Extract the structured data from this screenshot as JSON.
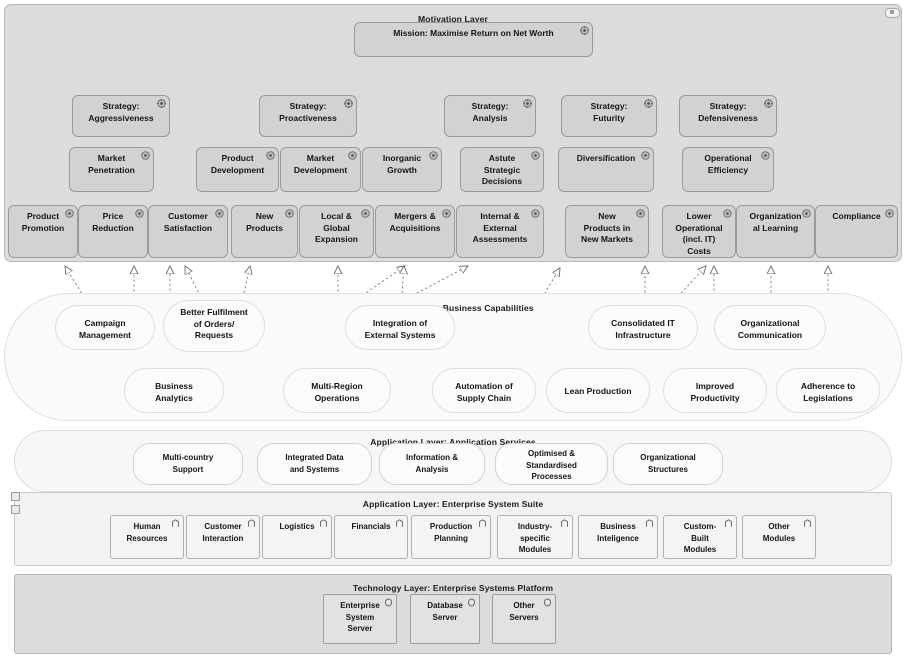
{
  "window": {
    "chip_icon": "collapse-chip-icon"
  },
  "layers": {
    "motivation": {
      "title": "Motivation Layer"
    },
    "business": {
      "title": "Business Layer: Business Capabilities"
    },
    "application_services": {
      "title": "Application Layer: Application Services"
    },
    "application_suite": {
      "title": "Application Layer: Enterprise System Suite"
    },
    "technology": {
      "title": "Technology Layer: Enterprise Systems Platform"
    }
  },
  "icons": {
    "motivation": "goal-icon",
    "capability": "capability-icon",
    "service": "service-icon",
    "component": "application-component-icon",
    "node": "node-icon"
  },
  "mission": {
    "label": "Mission: Maximise Return on Net Worth"
  },
  "strategies": [
    {
      "label": "Strategy:\nAggressiveness"
    },
    {
      "label": "Strategy:\nProactiveness"
    },
    {
      "label": "Strategy:\nAnalysis"
    },
    {
      "label": "Strategy:\nFuturity"
    },
    {
      "label": "Strategy:\nDefensiveness"
    }
  ],
  "objectives": [
    {
      "label": "Market\nPenetration"
    },
    {
      "label": "Product\nDevelopment"
    },
    {
      "label": "Market\nDevelopment"
    },
    {
      "label": "Inorganic\nGrowth"
    },
    {
      "label": "Astute\nStrategic\nDecisions"
    },
    {
      "label": "Diversification"
    },
    {
      "label": "Operational\nEfficiency"
    }
  ],
  "goals": [
    {
      "label": "Product\nPromotion"
    },
    {
      "label": "Price\nReduction"
    },
    {
      "label": "Customer\nSatisfaction"
    },
    {
      "label": "New\nProducts"
    },
    {
      "label": "Local &\nGlobal\nExpansion"
    },
    {
      "label": "Mergers &\nAcquisitions"
    },
    {
      "label": "Internal &\nExternal\nAssessments"
    },
    {
      "label": "New\nProducts in\nNew Markets"
    },
    {
      "label": "Lower\nOperational\n(incl.  IT)\nCosts"
    },
    {
      "label": "Organization\nal Learning"
    },
    {
      "label": "Compliance"
    }
  ],
  "capabilities": [
    {
      "label": "Campaign\nManagement"
    },
    {
      "label": "Better Fulfilment\nof Orders/\nRequests"
    },
    {
      "label": "Integration of\nExternal Systems"
    },
    {
      "label": "Consolidated IT\nInfrastructure"
    },
    {
      "label": "Organizational\nCommunication"
    },
    {
      "label": "Business\nAnalytics"
    },
    {
      "label": "Multi-Region\nOperations"
    },
    {
      "label": "Automation of\nSupply Chain"
    },
    {
      "label": "Lean Production"
    },
    {
      "label": "Improved\nProductivity"
    },
    {
      "label": "Adherence to\nLegislations"
    }
  ],
  "application_services": [
    {
      "label": "Multi-country\nSupport"
    },
    {
      "label": "Integrated Data\nand Systems"
    },
    {
      "label": "Information &\nAnalysis"
    },
    {
      "label": "Optimised &\nStandardised\nProcesses"
    },
    {
      "label": "Organizational\nStructures"
    }
  ],
  "modules": [
    {
      "label": "Human\nResources"
    },
    {
      "label": "Customer\nInteraction"
    },
    {
      "label": "Logistics"
    },
    {
      "label": "Financials"
    },
    {
      "label": "Production\nPlanning"
    },
    {
      "label": "Industry-\nspecific\nModules"
    },
    {
      "label": "Business\nInteligence"
    },
    {
      "label": "Custom-\nBuilt\nModules"
    },
    {
      "label": "Other\nModules"
    }
  ],
  "technology_nodes": [
    {
      "label": "Enterprise\nSystem\nServer"
    },
    {
      "label": "Database\nServer"
    },
    {
      "label": "Other\nServers"
    }
  ],
  "colors": {
    "motivation_fill": "#d2d2d2",
    "motivation_layer_fill": "#dcdcdc",
    "business_fill": "#fafafa",
    "technology_fill": "#dcdcdc",
    "stroke": "#9a9a9a",
    "text": "#141414"
  }
}
